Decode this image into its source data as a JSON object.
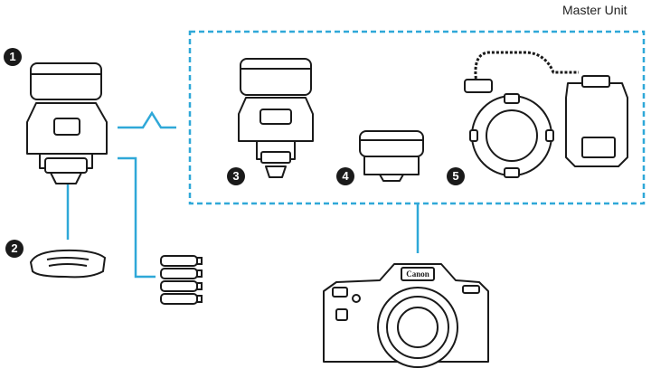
{
  "master_unit_label": "Master Unit",
  "callouts": [
    "1",
    "2",
    "3",
    "4",
    "5"
  ],
  "camera_brand": "Canon",
  "colors": {
    "connector": "#2fa8d8",
    "outline": "#1a1a1a"
  }
}
